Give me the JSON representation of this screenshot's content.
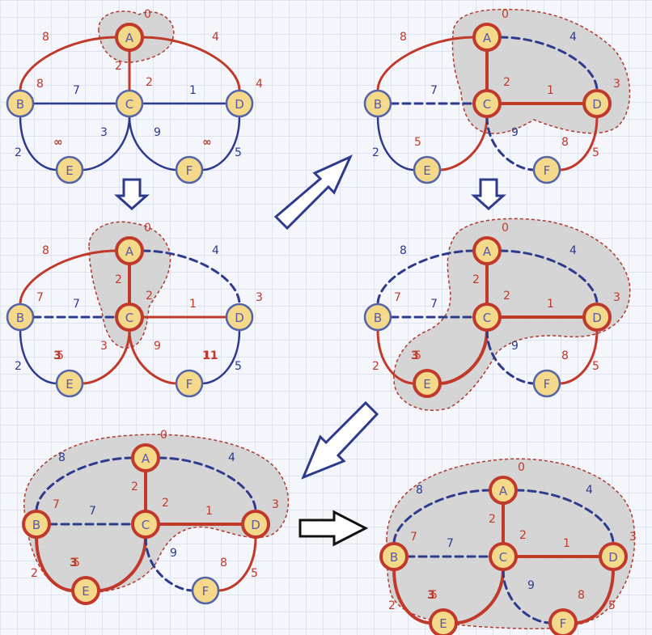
{
  "colors": {
    "tree": "#c0392b",
    "candidate": "#2e3a8c",
    "cloud_fill": "#cfcfcf",
    "cloud_stroke": "#b03a2e",
    "node_fill": "#f5d98a",
    "node_ring_tree": "#c0392b",
    "node_ring_out": "#5563a8",
    "weight_tree": "#c0392b",
    "weight_out": "#2e3a8c",
    "arrow": "#2e3a8c"
  },
  "icons": [
    "down-arrow-icon",
    "up-right-arrow-icon",
    "down-left-arrow-icon",
    "right-arrow-icon"
  ],
  "panels": [
    {
      "nodes": {
        "A": {
          "in": true,
          "d": "0"
        },
        "B": {
          "in": false,
          "d": "8"
        },
        "C": {
          "in": false,
          "d": "2"
        },
        "D": {
          "in": false,
          "d": "4"
        },
        "E": {
          "in": false,
          "d": "∞"
        },
        "F": {
          "in": false,
          "d": "∞"
        }
      },
      "edges": [
        {
          "id": "AB",
          "w": "8",
          "s": "c"
        },
        {
          "id": "AC",
          "w": "2",
          "s": "c"
        },
        {
          "id": "AD",
          "w": "4",
          "s": "c"
        },
        {
          "id": "BC",
          "w": "7",
          "s": "n"
        },
        {
          "id": "CD",
          "w": "1",
          "s": "n"
        },
        {
          "id": "BE",
          "w": "2",
          "s": "n"
        },
        {
          "id": "CE",
          "w": "3",
          "s": "n"
        },
        {
          "id": "CF",
          "w": "9",
          "s": "n"
        },
        {
          "id": "DF",
          "w": "5",
          "s": "n"
        }
      ]
    },
    {
      "nodes": {
        "A": {
          "in": true,
          "d": "0"
        },
        "B": {
          "in": false,
          "d": "7"
        },
        "C": {
          "in": true,
          "d": "2"
        },
        "D": {
          "in": false,
          "d": "3"
        },
        "E": {
          "in": false,
          "d": "3"
        },
        "F": {
          "in": false,
          "d": "11"
        }
      },
      "edges": [
        {
          "id": "AB",
          "w": "8",
          "s": "c"
        },
        {
          "id": "AC",
          "w": "2",
          "s": "t"
        },
        {
          "id": "AD",
          "w": "4",
          "s": "d"
        },
        {
          "id": "BC",
          "w": "7",
          "s": "d"
        },
        {
          "id": "CD",
          "w": "1",
          "s": "c"
        },
        {
          "id": "BE",
          "w": "2",
          "s": "n"
        },
        {
          "id": "CE",
          "w": "3",
          "s": "c"
        },
        {
          "id": "CF",
          "w": "9",
          "s": "c"
        },
        {
          "id": "DF",
          "w": "5",
          "s": "n"
        }
      ],
      "extra": [
        {
          "node": "E",
          "t": "5"
        },
        {
          "node": "F",
          "t": "11"
        }
      ]
    },
    {
      "nodes": {
        "A": {
          "in": true,
          "d": "0"
        },
        "B": {
          "in": false,
          "d": ""
        },
        "C": {
          "in": true,
          "d": "2"
        },
        "D": {
          "in": true,
          "d": "3"
        },
        "E": {
          "in": false,
          "d": ""
        },
        "F": {
          "in": false,
          "d": ""
        }
      },
      "edges": [
        {
          "id": "AB",
          "w": "8",
          "s": "c"
        },
        {
          "id": "AC",
          "w": "",
          "s": "t"
        },
        {
          "id": "AD",
          "w": "4",
          "s": "d"
        },
        {
          "id": "BC",
          "w": "7",
          "s": "d"
        },
        {
          "id": "CD",
          "w": "1",
          "s": "t"
        },
        {
          "id": "BE",
          "w": "2",
          "s": "n"
        },
        {
          "id": "CE",
          "w": "",
          "s": "c"
        },
        {
          "id": "CF",
          "w": "9",
          "s": "d"
        },
        {
          "id": "DF",
          "w": "5",
          "s": "c"
        }
      ],
      "extra": [
        {
          "node": "E",
          "t": "5"
        },
        {
          "node": "F",
          "t": "8"
        }
      ]
    },
    {
      "nodes": {
        "A": {
          "in": true,
          "d": "0"
        },
        "B": {
          "in": false,
          "d": "7"
        },
        "C": {
          "in": true,
          "d": "2"
        },
        "D": {
          "in": true,
          "d": "3"
        },
        "E": {
          "in": true,
          "d": "3"
        },
        "F": {
          "in": false,
          "d": ""
        }
      },
      "edges": [
        {
          "id": "AB",
          "w": "8",
          "s": "d"
        },
        {
          "id": "AC",
          "w": "2",
          "s": "t"
        },
        {
          "id": "AD",
          "w": "4",
          "s": "d"
        },
        {
          "id": "BC",
          "w": "7",
          "s": "d"
        },
        {
          "id": "CD",
          "w": "1",
          "s": "t"
        },
        {
          "id": "BE",
          "w": "2",
          "s": "c"
        },
        {
          "id": "CE",
          "w": "",
          "s": "t"
        },
        {
          "id": "CF",
          "w": "9",
          "s": "d"
        },
        {
          "id": "DF",
          "w": "5",
          "s": "c"
        }
      ],
      "extra": [
        {
          "node": "E",
          "t": "5"
        },
        {
          "node": "F",
          "t": "8"
        }
      ]
    },
    {
      "nodes": {
        "A": {
          "in": true,
          "d": "0"
        },
        "B": {
          "in": true,
          "d": "7"
        },
        "C": {
          "in": true,
          "d": "2"
        },
        "D": {
          "in": true,
          "d": "3"
        },
        "E": {
          "in": true,
          "d": "3"
        },
        "F": {
          "in": false,
          "d": ""
        }
      },
      "edges": [
        {
          "id": "AB",
          "w": "8",
          "s": "d"
        },
        {
          "id": "AC",
          "w": "2",
          "s": "t"
        },
        {
          "id": "AD",
          "w": "4",
          "s": "d"
        },
        {
          "id": "BC",
          "w": "7",
          "s": "d"
        },
        {
          "id": "CD",
          "w": "1",
          "s": "t"
        },
        {
          "id": "BE",
          "w": "2",
          "s": "t"
        },
        {
          "id": "CE",
          "w": "",
          "s": "t"
        },
        {
          "id": "CF",
          "w": "9",
          "s": "d"
        },
        {
          "id": "DF",
          "w": "5",
          "s": "c"
        }
      ],
      "extra": [
        {
          "node": "E",
          "t": "5"
        },
        {
          "node": "F",
          "t": "8"
        }
      ]
    },
    {
      "nodes": {
        "A": {
          "in": true,
          "d": "0"
        },
        "B": {
          "in": true,
          "d": "7"
        },
        "C": {
          "in": true,
          "d": "2"
        },
        "D": {
          "in": true,
          "d": "3"
        },
        "E": {
          "in": true,
          "d": "3"
        },
        "F": {
          "in": true,
          "d": ""
        }
      },
      "edges": [
        {
          "id": "AB",
          "w": "8",
          "s": "d"
        },
        {
          "id": "AC",
          "w": "2",
          "s": "t"
        },
        {
          "id": "AD",
          "w": "4",
          "s": "d"
        },
        {
          "id": "BC",
          "w": "7",
          "s": "d"
        },
        {
          "id": "CD",
          "w": "1",
          "s": "t"
        },
        {
          "id": "BE",
          "w": "2",
          "s": "t"
        },
        {
          "id": "CE",
          "w": "",
          "s": "t"
        },
        {
          "id": "CF",
          "w": "9",
          "s": "d"
        },
        {
          "id": "DF",
          "w": "5",
          "s": "t"
        }
      ],
      "extra": [
        {
          "node": "E",
          "t": "5"
        },
        {
          "node": "F",
          "t": "8"
        }
      ]
    }
  ]
}
